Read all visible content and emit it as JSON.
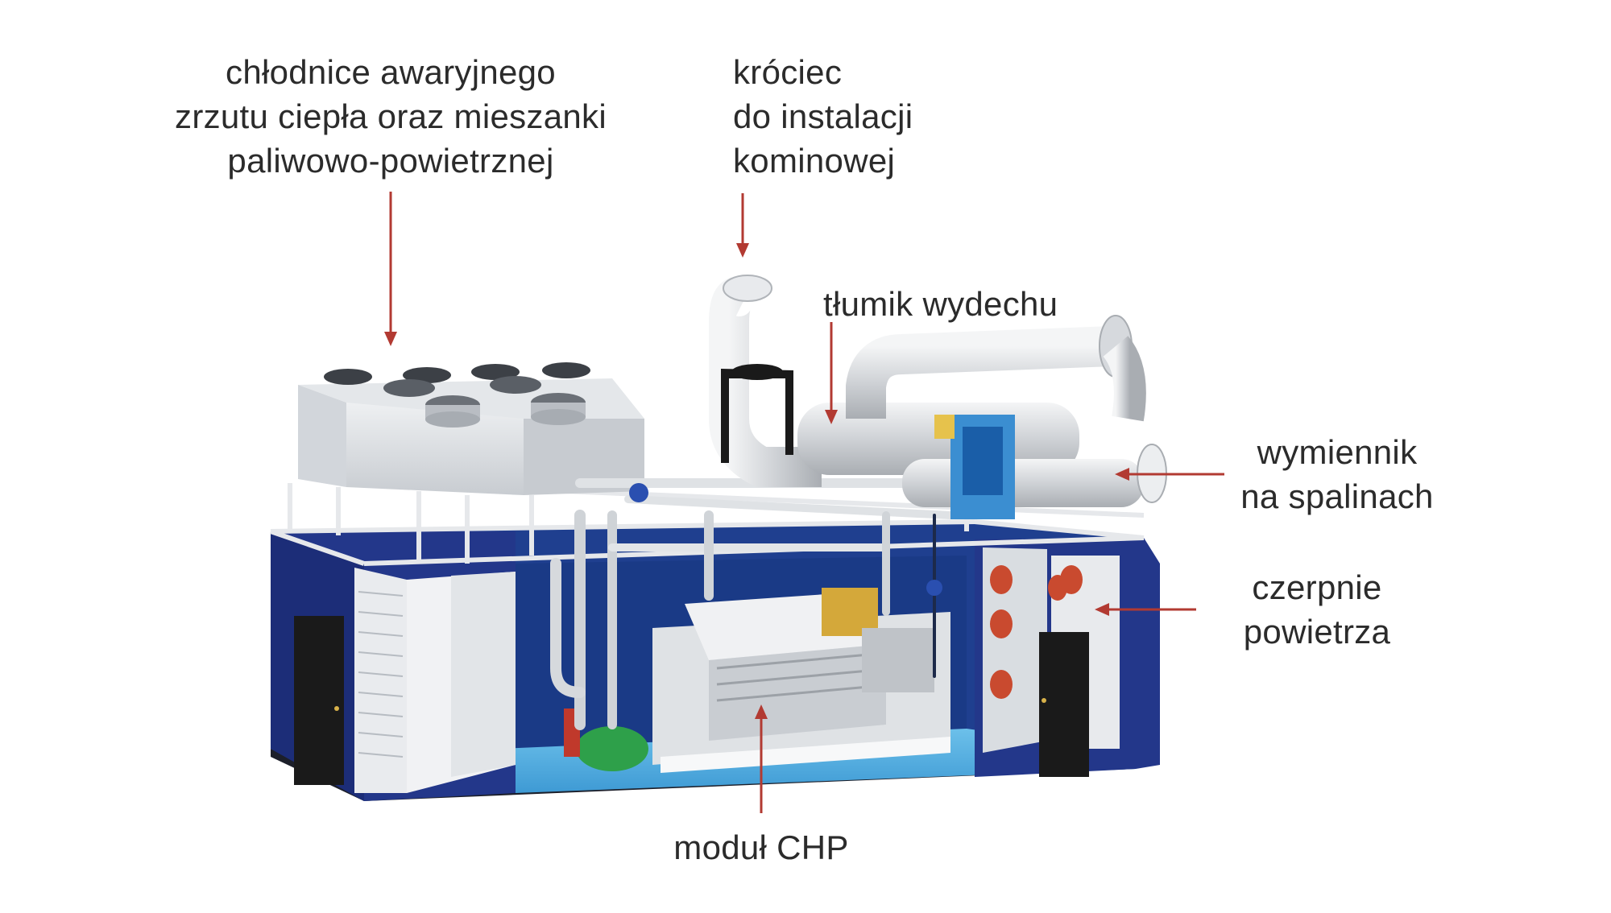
{
  "labels": {
    "coolers": [
      "chłodnice awaryjnego",
      "zrzutu ciepła oraz mieszanki",
      "paliwowo-powietrznej"
    ],
    "stack_connector": [
      "króciec",
      "do instalacji",
      "kominowej"
    ],
    "silencer": "tłumik wydechu",
    "exhaust_exchanger": [
      "wymiennik",
      "na spalinach"
    ],
    "air_intakes": [
      "czerpnie",
      "powietrza"
    ],
    "chp_module": "moduł CHP"
  },
  "colors": {
    "arrow": "#b23a32",
    "container_blue": "#1f3f8f",
    "floor_blue": "#5ab3e6",
    "pipe_grey": "#d7d9dc",
    "text": "#2b2b2b"
  }
}
